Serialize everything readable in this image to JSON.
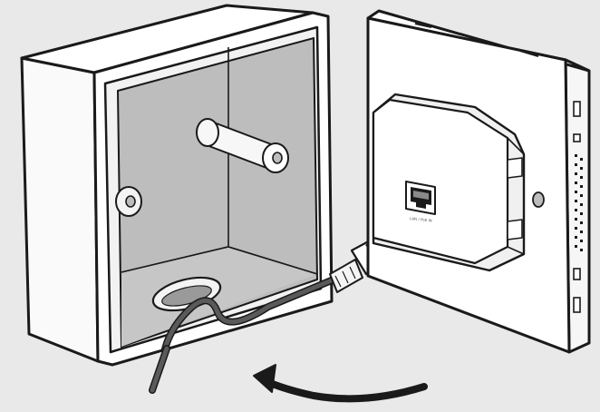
{
  "diagram": {
    "background_color": "#e9e9e9",
    "outline_color": "#1a1a1a",
    "box_inner_color": "#bdbdbd",
    "cable_color": "#5a5a5a",
    "panel_color": "#ffffff",
    "port_label": "LAN / PoE IN",
    "parts": [
      "wall-back-box",
      "mounting-screw-post",
      "cable-entry-hole",
      "ethernet-cable",
      "rj45-connector",
      "wall-plate-access-point",
      "ethernet-port",
      "insertion-arrow"
    ]
  }
}
